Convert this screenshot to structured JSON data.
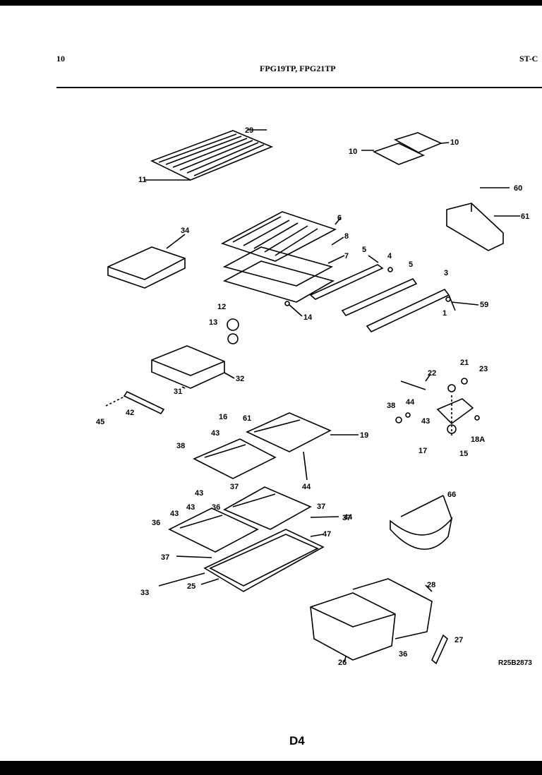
{
  "header": {
    "left": "10",
    "center": "FPG19TP, FPG21TP",
    "right": "ST-C"
  },
  "diagram": {
    "labels": [
      "11",
      "29",
      "10",
      "10",
      "60",
      "61",
      "34",
      "6",
      "8",
      "7",
      "5",
      "4",
      "5",
      "3",
      "59",
      "1",
      "14",
      "12",
      "13",
      "32",
      "31",
      "22",
      "21",
      "23",
      "42",
      "45",
      "38",
      "44",
      "43",
      "18A",
      "15",
      "17",
      "19",
      "16",
      "61",
      "43",
      "38",
      "44",
      "43",
      "37",
      "36",
      "44",
      "43",
      "43",
      "37",
      "66",
      "36",
      "37",
      "47",
      "37",
      "33",
      "25",
      "28",
      "26",
      "36",
      "27"
    ]
  },
  "footer": {
    "page": "D4",
    "ref": "R25B2873"
  }
}
